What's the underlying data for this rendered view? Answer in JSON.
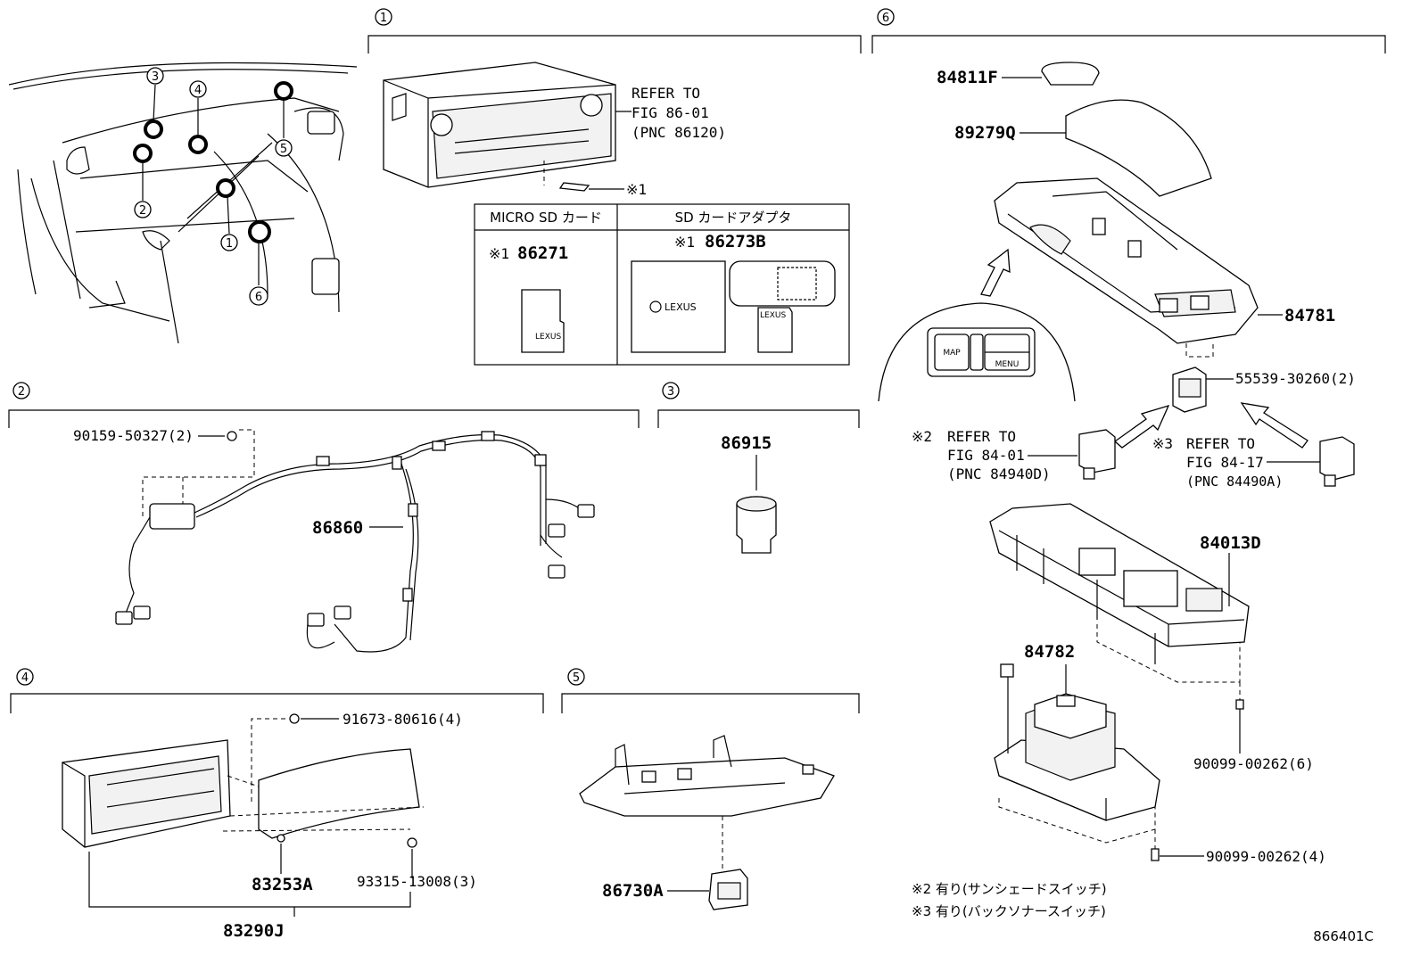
{
  "diagram_code": "866401C",
  "sections": [
    {
      "num": "1"
    },
    {
      "num": "2"
    },
    {
      "num": "3"
    },
    {
      "num": "4"
    },
    {
      "num": "5"
    },
    {
      "num": "6"
    }
  ],
  "overview_callouts": [
    "3",
    "4",
    "5",
    "2",
    "1",
    "6"
  ],
  "section1": {
    "refer_line1": "REFER TO",
    "refer_line2": "FIG 86-01",
    "refer_line3": "(PNC 86120)",
    "note_mark": "※1",
    "table": {
      "col1_header": "MICRO SD カード",
      "col2_header": "SD カードアダプタ",
      "col1_mark": "※1",
      "col1_part": "86271",
      "col2_mark": "※1",
      "col2_part": "86273B",
      "logo_text": "LEXUS"
    }
  },
  "section2": {
    "bolt": "90159-50327(2)",
    "harness": "86860"
  },
  "section3": {
    "part": "86915"
  },
  "section4": {
    "screw": "91673-80616(4)",
    "panel": "83253A",
    "clip": "93315-13008(3)",
    "assy": "83290J"
  },
  "section5": {
    "part": "86730A"
  },
  "section6": {
    "knob": "84811F",
    "pad": "89279Q",
    "console": "84781",
    "switch_base": "55539-30260(2)",
    "note2_mark": "※2",
    "note2_line1": "REFER TO",
    "note2_line2": "FIG 84-01",
    "note2_line3": "(PNC 84940D)",
    "note3_mark": "※3",
    "note3_line1": "REFER TO",
    "note3_line2": "FIG 84-17",
    "note3_line3": "(PNC 84490A)",
    "box": "84013D",
    "controller": "84782",
    "screw_a": "90099-00262(6)",
    "screw_b": "90099-00262(4)",
    "btn_map": "MAP",
    "btn_menu": "MENU",
    "footnote2": "※2 有り(サンシェードスイッチ)",
    "footnote3": "※3 有り(バックソナースイッチ)"
  }
}
